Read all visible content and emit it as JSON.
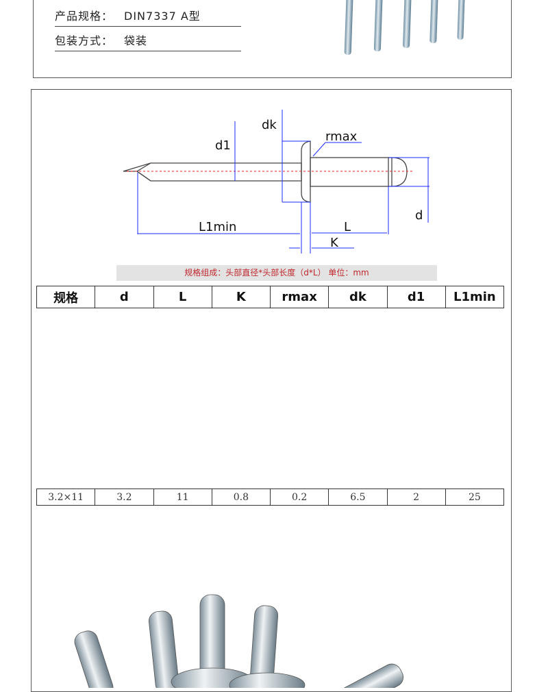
{
  "specs": [
    {
      "label": "产品规格：",
      "value": "DIN7337 A型"
    },
    {
      "label": "包装方式：",
      "value": "袋装"
    }
  ],
  "diagram": {
    "labels": {
      "dk": "dk",
      "d1": "d1",
      "rmax": "rmax",
      "d": "d",
      "L1min": "L1min",
      "L": "L",
      "K": "K"
    }
  },
  "caption": "规格组成：头部直径*头部长度（d*L） 单位：mm",
  "table": {
    "headers": [
      "规格",
      "d",
      "L",
      "K",
      "rmax",
      "dk",
      "d1",
      "L1min"
    ],
    "rows": [
      [
        "3.2×11",
        "3.2",
        "11",
        "0.8",
        "0.2",
        "6.5",
        "2",
        "25"
      ]
    ]
  },
  "colors": {
    "dimension": "#1a2bff",
    "centerline": "#ff2020",
    "caption_text": "#c0272d"
  }
}
